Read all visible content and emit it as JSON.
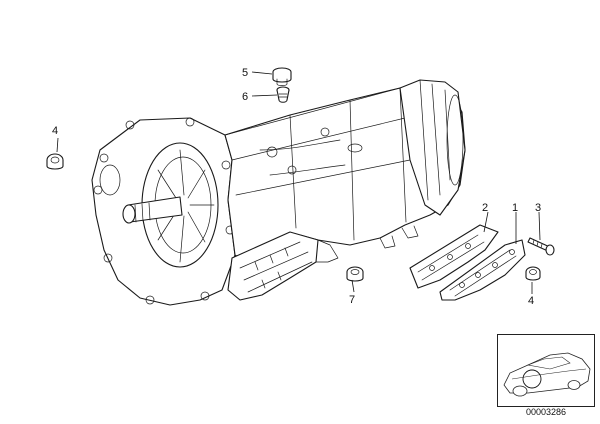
{
  "callouts": {
    "c1": "1",
    "c2": "2",
    "c3": "3",
    "c4a": "4",
    "c4b": "4",
    "c5": "5",
    "c6": "6",
    "c7": "7"
  },
  "diagram_id": "00003286"
}
